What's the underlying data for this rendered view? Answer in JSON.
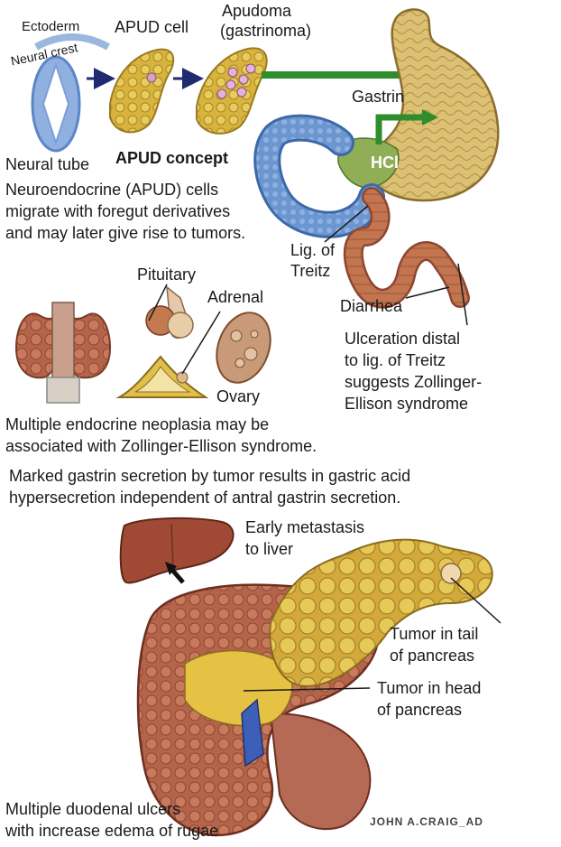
{
  "top": {
    "ectoderm": "Ectoderm",
    "neural_crest": "Neural crest",
    "neural_tube": "Neural tube",
    "apud_cell": "APUD cell",
    "apudoma_line1": "Apudoma",
    "apudoma_line2": "(gastrinoma)",
    "apud_concept": "APUD concept",
    "gastrin": "Gastrin",
    "hcl": "HCl"
  },
  "migration_text": [
    "Neuroendocrine (APUD) cells",
    "migrate with foregut derivatives",
    "and may later give rise to tumors."
  ],
  "treitz": {
    "line1": "Lig. of",
    "line2": "Treitz"
  },
  "diarrhea": "Diarrhea",
  "ulceration_text": [
    "Ulceration distal",
    "to lig. of Treitz",
    "suggests Zollinger-",
    "Ellison syndrome"
  ],
  "glands": {
    "pituitary": "Pituitary",
    "adrenal": "Adrenal",
    "ovary": "Ovary"
  },
  "men_text": [
    "Multiple endocrine neoplasia may be",
    "associated with Zollinger-Ellison syndrome."
  ],
  "gastrin_text": [
    "Marked gastrin secretion by tumor results in gastric acid",
    "hypersecretion independent of antral gastrin secretion."
  ],
  "liver": {
    "line1": "Early metastasis",
    "line2": "to liver"
  },
  "tumor_tail": {
    "line1": "Tumor in tail",
    "line2": "of pancreas"
  },
  "tumor_head": {
    "line1": "Tumor in head",
    "line2": "of pancreas"
  },
  "duodenal_text": [
    "Multiple duodenal ulcers",
    "with increase edema of rugae"
  ],
  "signature": "JOHN A.CRAIG_AD",
  "colors": {
    "pancreas": "#d9b43c",
    "stomach": "#dcc074",
    "duodenum_blue": "#5b87c6",
    "intestine": "#c2754e",
    "liver": "#a04a36",
    "green_arrow": "#2f8d2b",
    "navy_arrow": "#1f2b6e",
    "hcl_green": "#8fae55"
  }
}
